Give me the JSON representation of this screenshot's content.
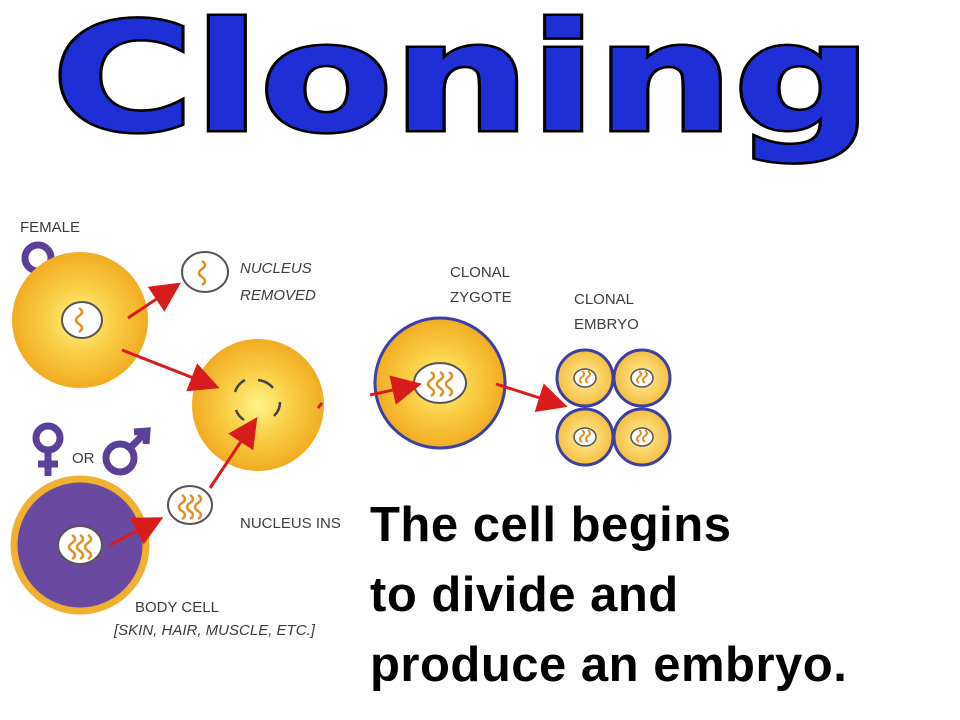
{
  "title": "Cloning",
  "diagram": {
    "female_label": "FEMALE",
    "or_label": "OR",
    "nucleus_removed_line1": "NUCLEUS",
    "nucleus_removed_line2": "REMOVED",
    "nucleus_inserted": "NUCLEUS INS",
    "body_cell_line1": "BODY CELL",
    "body_cell_line2": "[SKIN, HAIR, MUSCLE, ETC.]",
    "clonal_zygote_line1": "CLONAL",
    "clonal_zygote_line2": "ZYGOTE",
    "clonal_embryo_line1": "CLONAL",
    "clonal_embryo_line2": "EMBRYO"
  },
  "caption": {
    "line1": "The cell begins",
    "line2": "to divide and",
    "line3": "produce an embryo."
  },
  "colors": {
    "title_fill": "#1f2fd6",
    "title_outline": "#000000",
    "cell_orange": "#f5b324",
    "cell_yellow": "#fff27a",
    "body_cell_purple": "#6a4aa0",
    "membrane_blue": "#3b3fa6",
    "arrow_red": "#d81c1c",
    "symbol_purple": "#5a4098"
  }
}
